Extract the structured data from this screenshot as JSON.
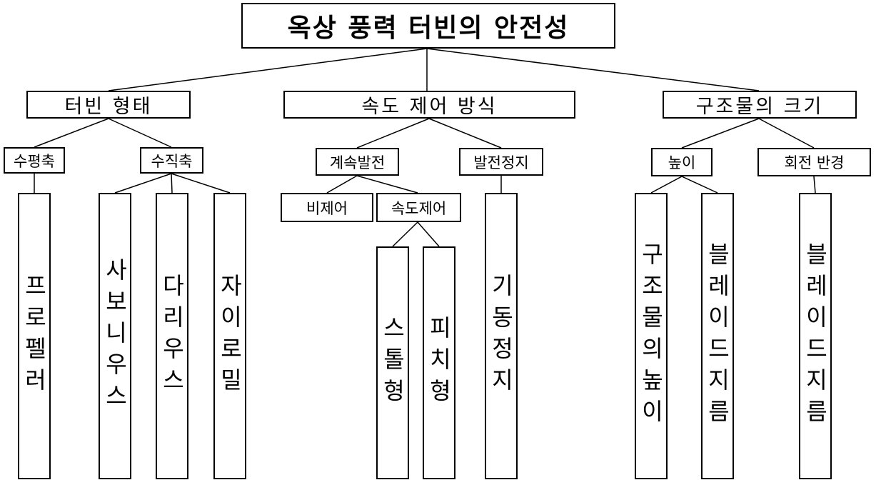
{
  "title": "옥상 풍력 터빈의 안전성",
  "categories": {
    "turbine_type": {
      "label": "터빈 형태",
      "horizontal": {
        "label": "수평축",
        "leaves": [
          "프로펠러"
        ]
      },
      "vertical": {
        "label": "수직축",
        "leaves": [
          "사보니우스",
          "다리우스",
          "자이로밀"
        ]
      }
    },
    "speed_control": {
      "label": "속도 제어 방식",
      "continuous": {
        "label": "계속발전",
        "no_control": {
          "label": "비제어"
        },
        "control": {
          "label": "속도제어",
          "leaves": [
            "스톨형",
            "피치형"
          ]
        }
      },
      "stop": {
        "label": "발전정지",
        "leaves": [
          "기동정지"
        ]
      }
    },
    "structure_size": {
      "label": "구조물의 크기",
      "height": {
        "label": "높이",
        "leaves": [
          "구조물의높이",
          "블레이드지름"
        ]
      },
      "rotation_radius": {
        "label": "회전 반경",
        "leaves": [
          "블레이드지름"
        ]
      }
    }
  }
}
